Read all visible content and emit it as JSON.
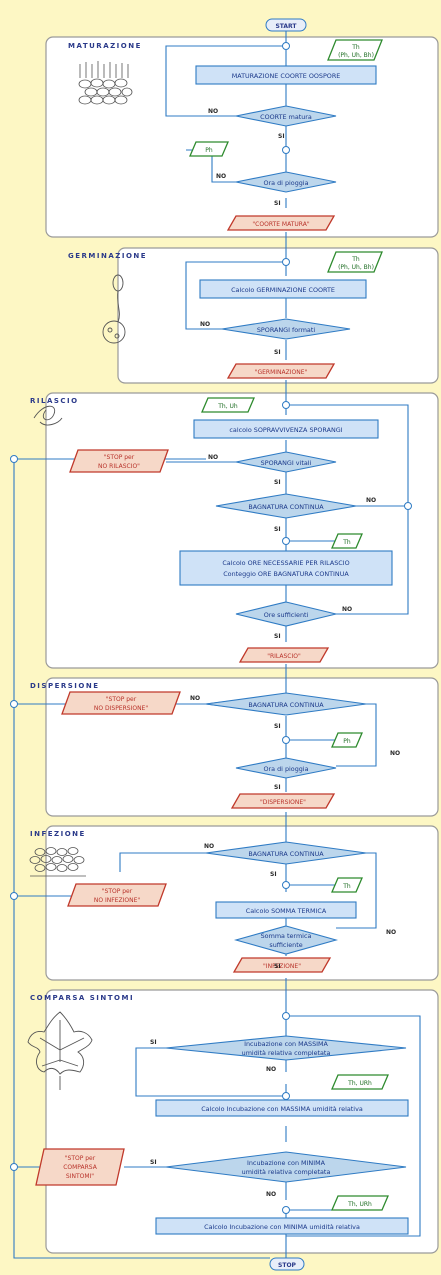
{
  "terminals": {
    "start": "START",
    "stop": "STOP"
  },
  "labels": {
    "yes": "SI",
    "no": "NO"
  },
  "sections": {
    "maturazione": {
      "title": "MATURAZIONE",
      "input": [
        "Th",
        "(Ph, Uh, Bh)"
      ],
      "process": "MATURAZIONE COORTE OOSPORE",
      "condition": "COORTE matura",
      "input2": "Ph",
      "condition2": "Ora di pioggia",
      "output": "\"COORTE MATURA\""
    },
    "germinazione": {
      "title": "GERMINAZIONE",
      "input": [
        "Th",
        "(Ph, Uh, Bh)"
      ],
      "process": "Calcolo GERMINAZIONE COORTE",
      "condition": "SPORANGI formati",
      "output": "\"GERMINAZIONE\""
    },
    "rilascio": {
      "title": "RILASCIO",
      "input": "Th, Uh",
      "process": "calcolo SOPRAVVIVENZA SPORANGI",
      "stop": [
        "\"STOP per",
        "NO RILASCIO\""
      ],
      "condition": "SPORANGI vitali",
      "condition2": "BAGNATURA CONTINUA",
      "input2": "Th",
      "process2": [
        "Calcolo ORE NECESSARIE PER RILASCIO",
        "Conteggio ORE BAGNATURA CONTINUA"
      ],
      "condition3": "Ore sufficienti",
      "output": "\"RILASCIO\""
    },
    "dispersione": {
      "title": "DISPERSIONE",
      "stop": [
        "\"STOP per",
        "NO DISPERSIONE\""
      ],
      "condition": "BAGNATURA CONTINUA",
      "input": "Ph",
      "condition2": "Ora di pioggia",
      "output": "\"DISPERSIONE\""
    },
    "infezione": {
      "title": "INFEZIONE",
      "stop": [
        "\"STOP per",
        "NO INFEZIONE\""
      ],
      "condition": "BAGNATURA CONTINUA",
      "input": "Th",
      "process": "Calcolo SOMMA TERMICA",
      "condition2": [
        "Somma termica",
        "sufficiente"
      ],
      "output": "\"INFEZIONE\""
    },
    "comparsa": {
      "title": "COMPARSA SINTOMI",
      "stop": [
        "\"STOP per",
        "COMPARSA",
        "SINTOMI\""
      ],
      "condition": [
        "Incubazione con MASSIMA",
        "umidità relativa completata"
      ],
      "input": "Th, URh",
      "process": "Calcolo Incubazione con MASSIMA umidità relativa",
      "condition2": [
        "Incubazione con MINIMA",
        "umidità relativa completata"
      ],
      "input2": "Th, URh",
      "process2": "Calcolo Incubazione con MINIMA umidità relativa"
    }
  },
  "colors": {
    "background": "#fdf7c4",
    "panel_border": "#9a9a9a",
    "process_fill": "#cfe2f7",
    "process_border": "#2f7bc4",
    "decision_fill": "#bcd6ec",
    "input_border": "#2e8b2e",
    "output_fill": "#f6d8c8",
    "output_border": "#c0392b",
    "line": "#2f7bc4"
  }
}
